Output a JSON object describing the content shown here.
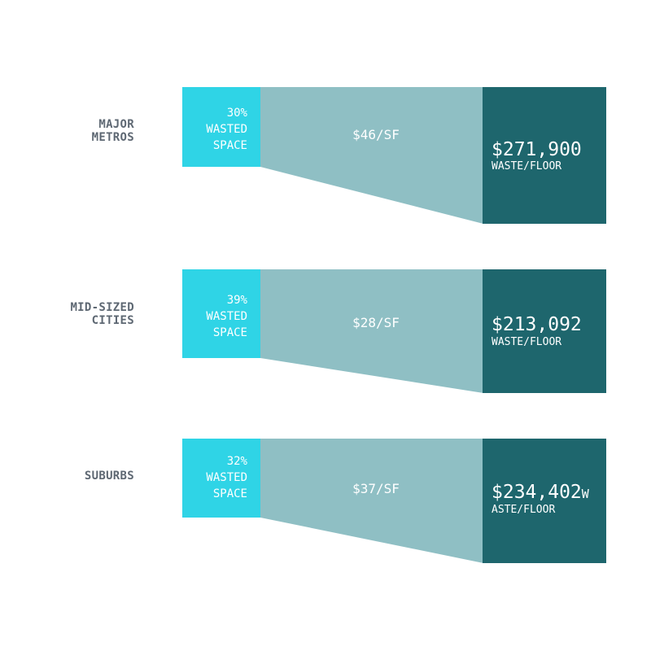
{
  "colors": {
    "waste_box": "#2fd4e6",
    "funnel": "#8fbfc4",
    "total_box": "#1e666d",
    "label": "#5e6873"
  },
  "rows": [
    {
      "label_lines": [
        "MAJOR",
        "METROS"
      ],
      "waste_lines": [
        "30%",
        "WASTED",
        "SPACE"
      ],
      "rent": "$46/SF",
      "total_amount": "$271,900",
      "total_amount_suffix": "",
      "total_sub": "WASTE/FLOOR"
    },
    {
      "label_lines": [
        "MID-SIZED",
        "CITIES"
      ],
      "waste_lines": [
        "39%",
        "WASTED",
        "SPACE"
      ],
      "rent": "$28/SF",
      "total_amount": "$213,092",
      "total_amount_suffix": "",
      "total_sub": "WASTE/FLOOR"
    },
    {
      "label_lines": [
        "SUBURBS"
      ],
      "waste_lines": [
        "32%",
        "WASTED",
        "SPACE"
      ],
      "rent": "$37/SF",
      "total_amount": "$234,402",
      "total_amount_suffix": "W",
      "total_sub": "ASTE/FLOOR"
    }
  ]
}
